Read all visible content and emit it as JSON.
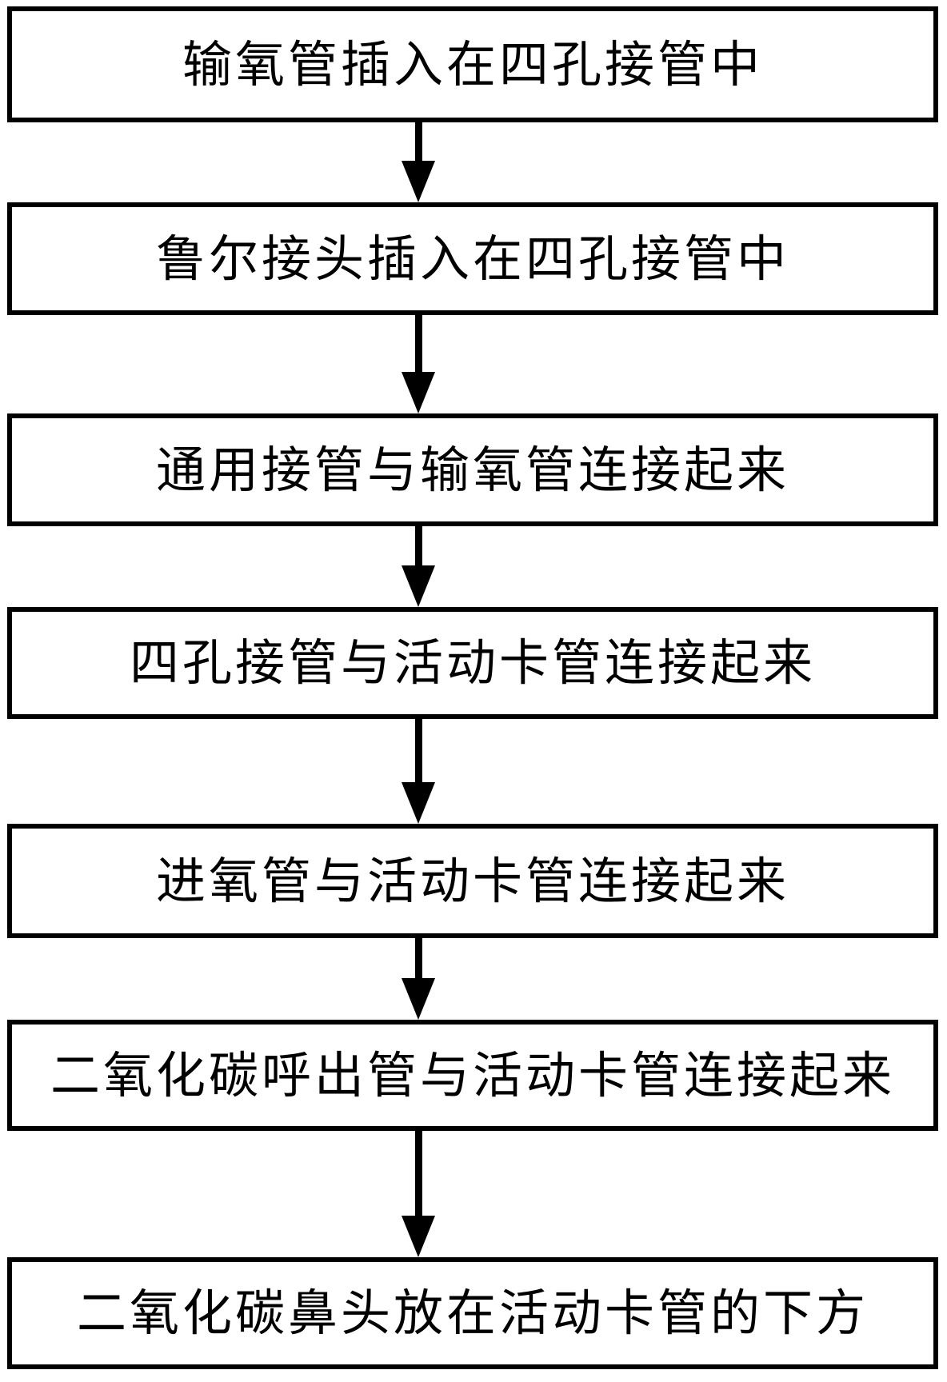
{
  "diagram": {
    "type": "flowchart",
    "direction": "top-to-bottom",
    "background_color": "#ffffff",
    "box_border_color": "#000000",
    "box_fill_color": "#ffffff",
    "text_color": "#000000",
    "arrow_color": "#000000",
    "steps": [
      {
        "label": "输氧管插入在四孔接管中"
      },
      {
        "label": "鲁尔接头插入在四孔接管中"
      },
      {
        "label": "通用接管与输氧管连接起来"
      },
      {
        "label": "四孔接管与活动卡管连接起来"
      },
      {
        "label": "进氧管与活动卡管连接起来"
      },
      {
        "label": "二氧化碳呼出管与活动卡管连接起来"
      },
      {
        "label": "二氧化碳鼻头放在活动卡管的下方"
      }
    ]
  }
}
